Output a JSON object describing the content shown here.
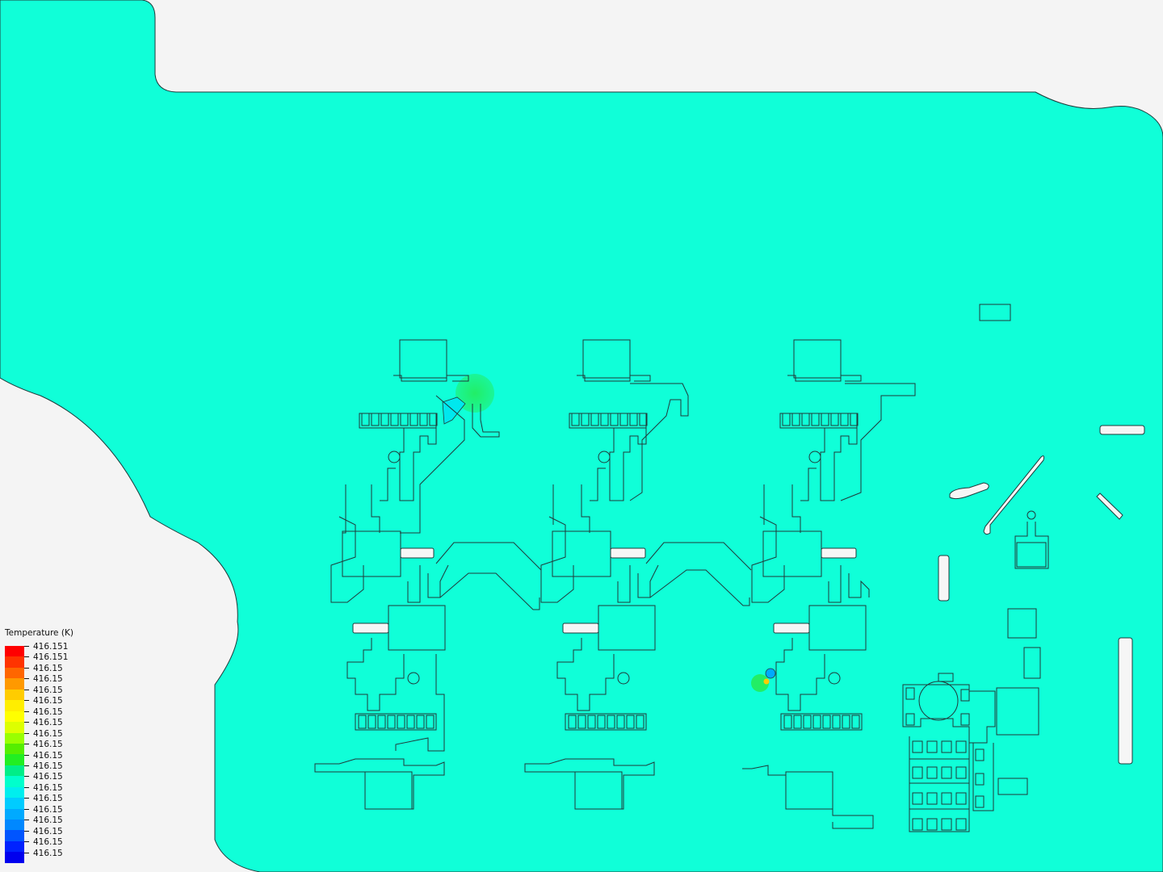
{
  "legend": {
    "title": "Temperature (K)",
    "entries": [
      {
        "label": "416.151",
        "color": "#ff0000"
      },
      {
        "label": "416.151",
        "color": "#ff3300"
      },
      {
        "label": "416.15",
        "color": "#ff6600"
      },
      {
        "label": "416.15",
        "color": "#ff9900"
      },
      {
        "label": "416.15",
        "color": "#ffcc00"
      },
      {
        "label": "416.15",
        "color": "#ffee00"
      },
      {
        "label": "416.15",
        "color": "#ffff00"
      },
      {
        "label": "416.15",
        "color": "#ddff00"
      },
      {
        "label": "416.15",
        "color": "#99ff00"
      },
      {
        "label": "416.15",
        "color": "#55ee00"
      },
      {
        "label": "416.15",
        "color": "#22ee22"
      },
      {
        "label": "416.15",
        "color": "#00ee88"
      },
      {
        "label": "416.15",
        "color": "#00ffcc"
      },
      {
        "label": "416.15",
        "color": "#00eeee"
      },
      {
        "label": "416.15",
        "color": "#00ccff"
      },
      {
        "label": "416.15",
        "color": "#00aaff"
      },
      {
        "label": "416.15",
        "color": "#0088ff"
      },
      {
        "label": "416.15",
        "color": "#0055ff"
      },
      {
        "label": "416.15",
        "color": "#0022ff"
      },
      {
        "label": "416.15",
        "color": "#0000ee"
      }
    ]
  },
  "colors": {
    "field": "#10ffd8",
    "background": "#f4f4f4",
    "outline": "#1f3a3a",
    "hotspot_green": "#22ee66",
    "hotspot_cyan": "#00eeee"
  }
}
